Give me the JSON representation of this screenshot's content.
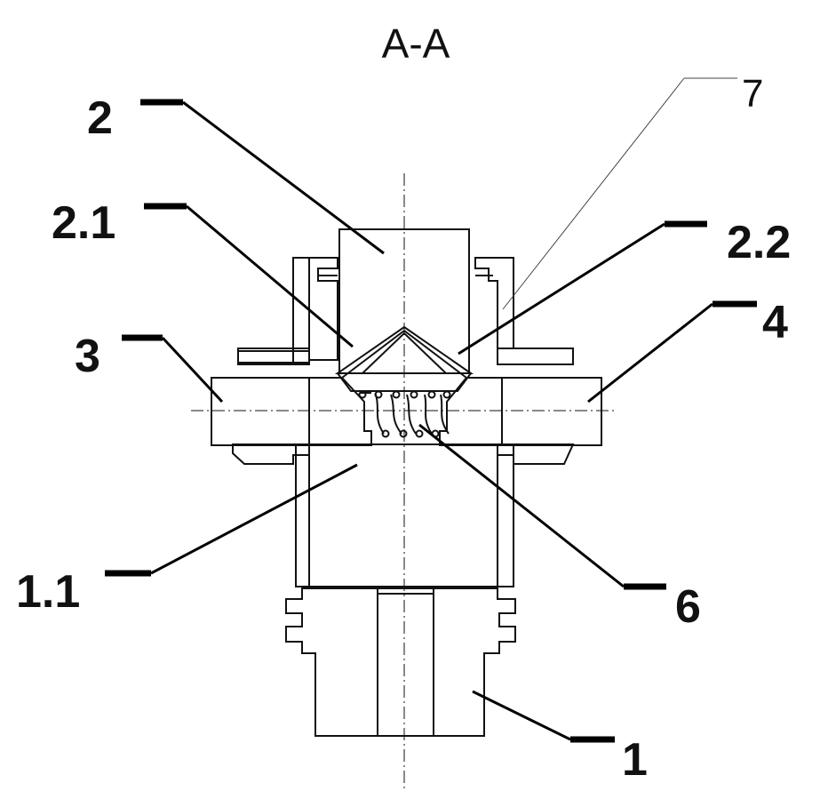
{
  "section_title": "A-A",
  "labels": {
    "part_2": "2",
    "part_2_1": "2.1",
    "part_7": "7",
    "part_2_2": "2.2",
    "part_3": "3",
    "part_4": "4",
    "part_1_1": "1.1",
    "part_6": "6",
    "part_1": "1"
  }
}
